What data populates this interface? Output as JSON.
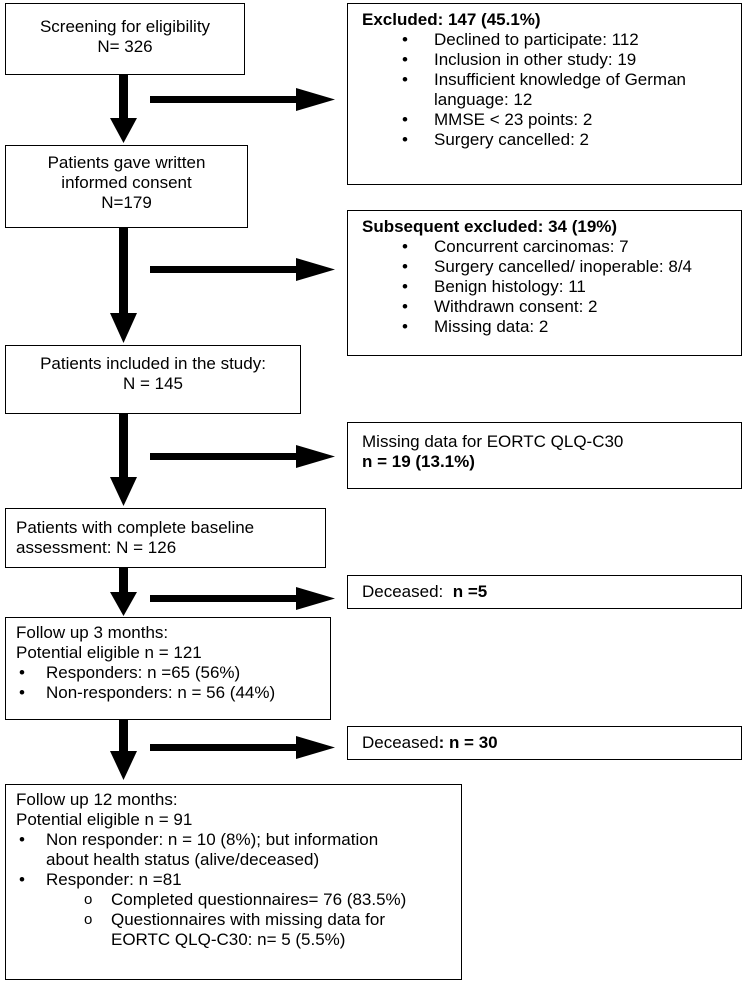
{
  "screening": {
    "title": "Screening for eligibility",
    "n": "N= 326"
  },
  "excluded": {
    "title": "Excluded: 147 (45.1%)",
    "items": [
      "Declined to participate: 112",
      "Inclusion in other study: 19",
      "Insufficient knowledge of German language: 12",
      "MMSE < 23 points: 2",
      "Surgery cancelled: 2"
    ]
  },
  "consent": {
    "line1": "Patients gave written informed consent",
    "n": "N=179"
  },
  "subsequent": {
    "title": "Subsequent excluded: 34 (19%)",
    "items": [
      "Concurrent carcinomas: 7",
      "Surgery cancelled/ inoperable: 8/4",
      "Benign histology: 11",
      "Withdrawn consent: 2",
      "Missing data: 2"
    ]
  },
  "included": {
    "line1": "Patients included in the study:",
    "n": "N = 145"
  },
  "missing": {
    "line1": "Missing data for EORTC QLQ-C30",
    "n": "n = 19 (13.1%)"
  },
  "baseline": {
    "line1": "Patients with complete baseline assessment:  N = 126"
  },
  "deceased1": {
    "label": "Deceased:  ",
    "n": "n =5"
  },
  "fu3": {
    "line1": "Follow up 3 months:",
    "line2": "Potential eligible n = 121",
    "items": [
      "Responders: n =65 (56%)",
      "Non-responders: n = 56 (44%)"
    ]
  },
  "deceased2": {
    "label": "Deceased",
    "n": ": n = 30"
  },
  "fu12": {
    "line1": "Follow up 12 months:",
    "line2": "Potential eligible n = 91",
    "item1": "Non responder: n = 10 (8%); but information about health status (alive/deceased)",
    "item2": "Responder: n =81",
    "subitems": [
      "Completed questionnaires= 76 (83.5%)",
      "Questionnaires with missing data for EORTC QLQ-C30: n= 5 (5.5%)"
    ]
  }
}
